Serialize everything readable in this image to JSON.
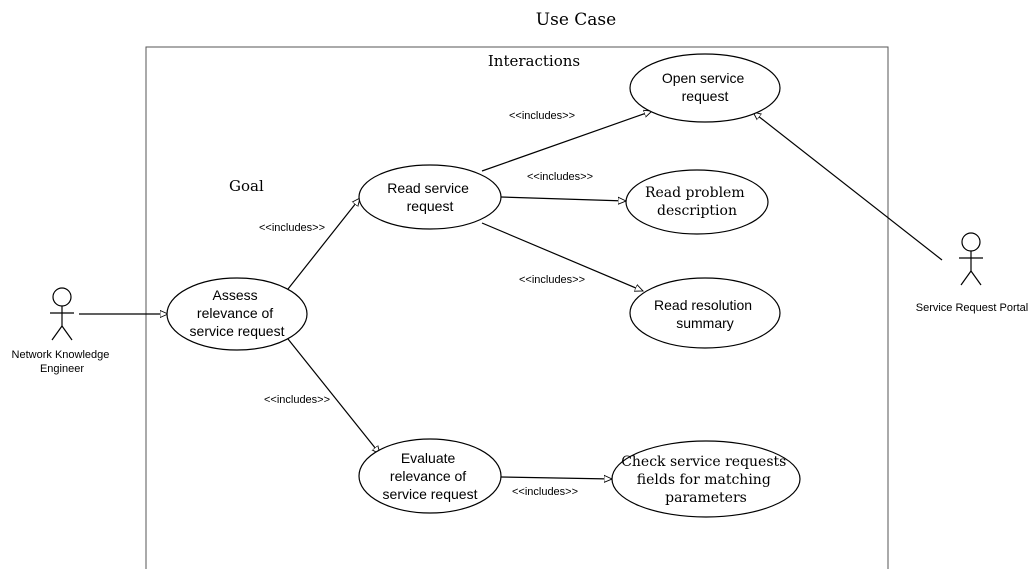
{
  "title": "Use Case",
  "boundary_title": "Interactions",
  "goal_label": "Goal",
  "actors": {
    "engineer": [
      "Network Knowledge",
      "Engineer"
    ],
    "portal": [
      "Service Request Portal"
    ]
  },
  "use_cases": {
    "assess": [
      "Assess",
      "relevance of",
      "service request"
    ],
    "read_request": [
      "Read service",
      "request"
    ],
    "open_request": [
      "Open service",
      "request"
    ],
    "read_problem": [
      "Read problem",
      "description"
    ],
    "read_resolution": [
      "Read resolution",
      "summary"
    ],
    "evaluate": [
      "Evaluate",
      "relevance of",
      "service request"
    ],
    "check_fields": [
      "Check service requests",
      "fields for matching",
      "parameters"
    ]
  },
  "relation_label": "<<includes>>"
}
